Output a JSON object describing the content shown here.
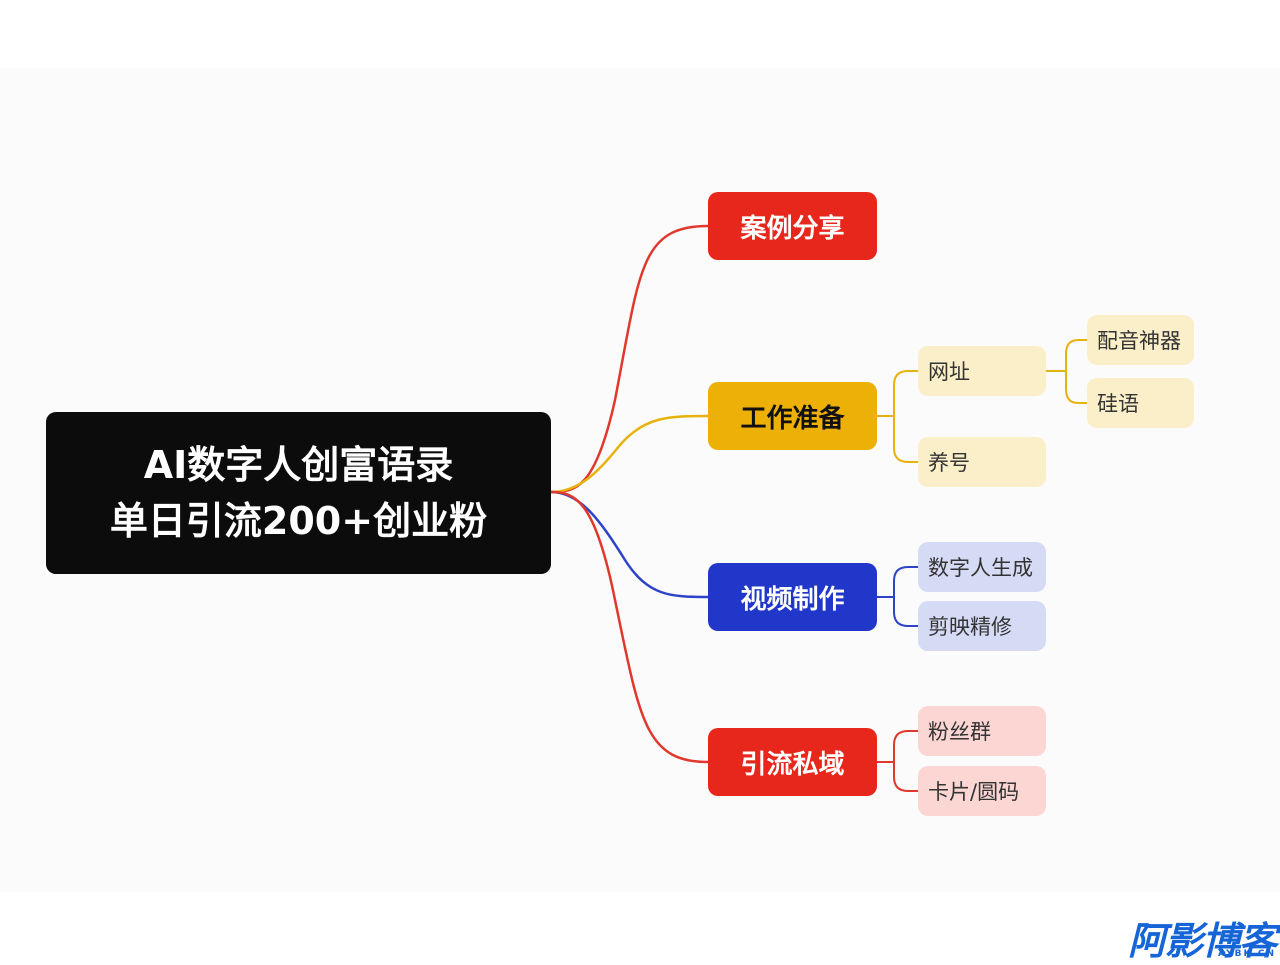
{
  "root": {
    "line1": "AI数字人创富语录",
    "line2": "单日引流200+创业粉"
  },
  "branches": [
    {
      "label": "案例分享",
      "color": "#e8271c",
      "children": []
    },
    {
      "label": "工作准备",
      "color": "#ecb007",
      "children": [
        {
          "label": "网址",
          "children": [
            {
              "label": "配音神器"
            },
            {
              "label": "硅语"
            }
          ]
        },
        {
          "label": "养号"
        }
      ]
    },
    {
      "label": "视频制作",
      "color": "#2137c9",
      "children": [
        {
          "label": "数字人生成"
        },
        {
          "label": "剪映精修"
        }
      ]
    },
    {
      "label": "引流私域",
      "color": "#e8271c",
      "children": [
        {
          "label": "粉丝群"
        },
        {
          "label": "卡片/圆码"
        }
      ]
    }
  ],
  "leaf_colors": {
    "yellow": "#faefc8",
    "blue": "#d6dbf5",
    "red": "#fbd6d3"
  },
  "watermark": {
    "text": "阿影博客",
    "sub": "AYBK.CN"
  }
}
